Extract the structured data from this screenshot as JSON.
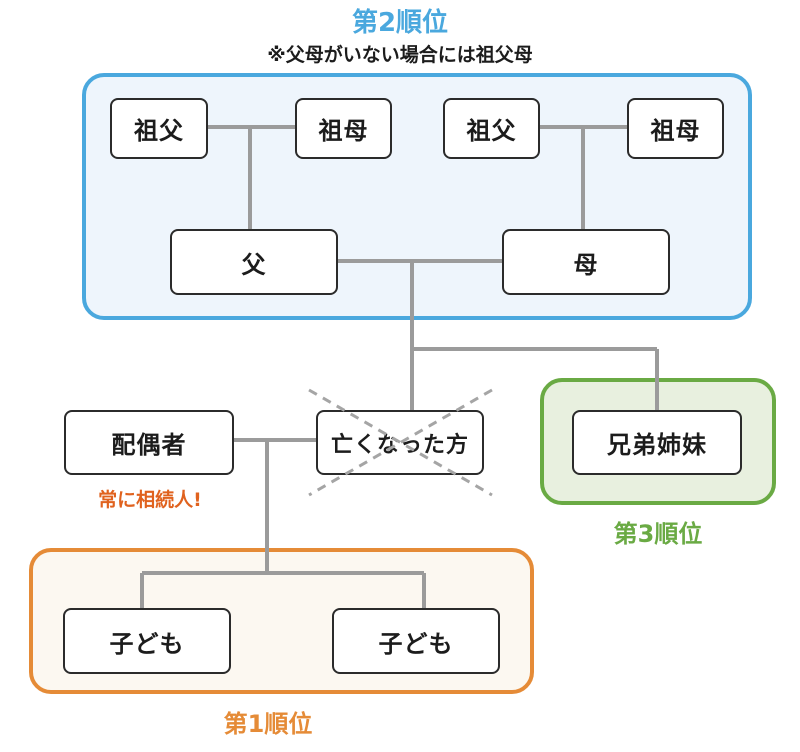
{
  "groups": {
    "second": {
      "label": "第2順位",
      "note": "※父母がいない場合には祖父母",
      "color": "#4aa8de",
      "fill": "#eef5fc"
    },
    "third": {
      "label": "第3順位",
      "color": "#6aaa44",
      "fill": "#e8f0df"
    },
    "first": {
      "label": "第1順位",
      "color": "#e58b37",
      "fill": "#fcf8f1"
    }
  },
  "nodes": {
    "paternal_grandfather": "祖父",
    "paternal_grandmother": "祖母",
    "maternal_grandfather": "祖父",
    "maternal_grandmother": "祖母",
    "father": "父",
    "mother": "母",
    "deceased": "亡くなった方",
    "spouse": "配偶者",
    "siblings": "兄弟姉妹",
    "child_1": "子ども",
    "child_2": "子ども"
  },
  "spouse_note": {
    "text": "常に相続人!",
    "color": "#e0621e"
  },
  "colors": {
    "line": "#9b9b9b",
    "node_border": "#2b2b2b",
    "cross": "#a5a5a5"
  }
}
